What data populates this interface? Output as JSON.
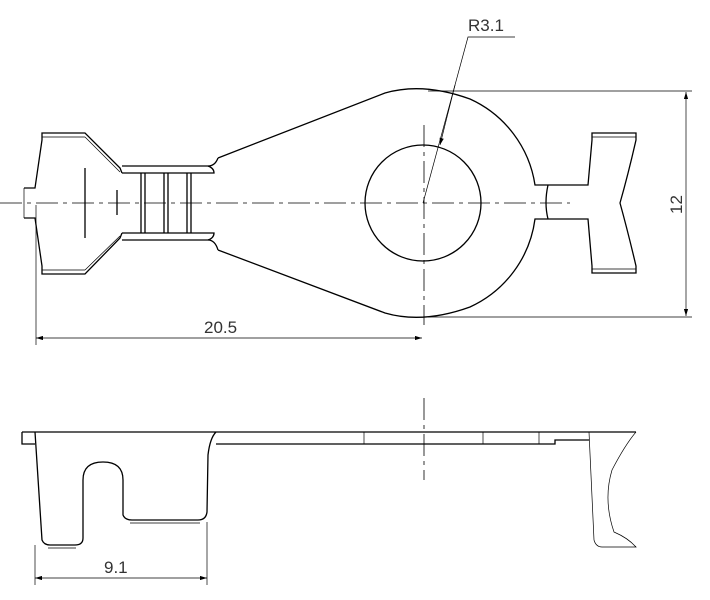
{
  "drawing": {
    "top_view": {
      "radius_label": "R3.1",
      "length_label": "20.5",
      "width_label": "12"
    },
    "side_view": {
      "length_label": "9.1"
    },
    "colors": {
      "line": "#000000",
      "text": "#333333",
      "background": "#ffffff"
    }
  }
}
